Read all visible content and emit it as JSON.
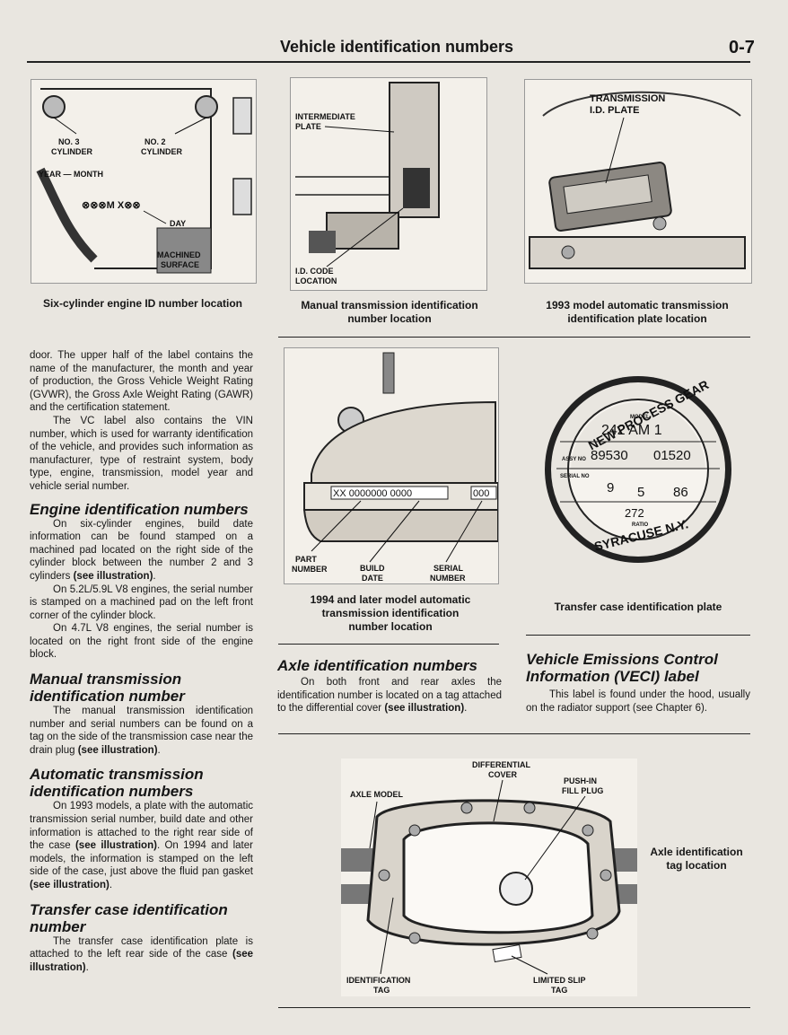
{
  "header": {
    "title": "Vehicle identification numbers",
    "page_number": "0-7"
  },
  "figures": {
    "six_cyl": {
      "caption": "Six-cylinder engine ID number location",
      "labels": {
        "no3": "NO. 3",
        "no3b": "CYLINDER",
        "no2": "NO. 2",
        "no2b": "CYLINDER",
        "year_month": "YEAR — MONTH",
        "code": "⊗⊗⊗M X⊗⊗",
        "day": "DAY",
        "machined": "MACHINED",
        "surface": "SURFACE"
      }
    },
    "manual_trans": {
      "caption_l1": "Manual transmission identification",
      "caption_l2": "number location",
      "labels": {
        "intermediate": "INTERMEDIATE",
        "plate": "PLATE",
        "id_code": "I.D. CODE",
        "location": "LOCATION"
      }
    },
    "auto_1993": {
      "caption_l1": "1993 model automatic transmission",
      "caption_l2": "identification plate location",
      "labels": {
        "transmission": "TRANSMISSION",
        "id_plate": "I.D. PLATE"
      }
    },
    "auto_1994": {
      "caption_l1": "1994 and later model automatic",
      "caption_l2": "transmission identification",
      "caption_l3": "number location",
      "labels": {
        "stamp": "XX 0000000 0000",
        "stamp2": "000",
        "part": "PART",
        "number1": "NUMBER",
        "build": "BUILD",
        "date": "DATE",
        "serial": "SERIAL",
        "number2": "NUMBER"
      }
    },
    "transfer": {
      "caption": "Transfer case identification plate",
      "labels": {
        "top": "NEW PROCESS GEAR",
        "model": "MODEL",
        "model_val": "242 AM 1",
        "assy": "ASSY NO",
        "assy_val1": "89530",
        "assy_val2": "01520",
        "serial": "SERIAL NO",
        "s1": "9",
        "s2": "5",
        "s3": "86",
        "ratio_val": "272",
        "ratio": "RATIO",
        "bottom": "SYRACUSE N.Y."
      }
    },
    "axle": {
      "caption_l1": "Axle identification",
      "caption_l2": "tag location",
      "labels": {
        "diff1": "DIFFERENTIAL",
        "diff2": "COVER",
        "axle_model": "AXLE MODEL",
        "push1": "PUSH-IN",
        "push2": "FILL PLUG",
        "id1": "IDENTIFICATION",
        "id2": "TAG",
        "ls1": "LIMITED SLIP",
        "ls2": "TAG"
      }
    }
  },
  "left_col": {
    "p1": "door. The upper half of the label contains the name of the manufacturer, the month and year of production, the Gross Vehicle Weight Rating (GVWR), the Gross Axle Weight Rating (GAWR) and the certification statement.",
    "p2": "The VC label also contains the VIN number, which is used for warranty identification of the vehicle, and provides such information as manufacturer, type of restraint system, body type, engine, transmission, model year and vehicle serial number.",
    "engine_heading": "Engine identification numbers",
    "engine_p1": "On six-cylinder engines, build date information can be found stamped on a machined pad located on the right side of the cylinder block between the number 2 and 3 cylinders",
    "engine_p1_bold": "(see illustration)",
    "engine_p1_end": ".",
    "engine_p2": "On 5.2L/5.9L V8 engines, the serial number is stamped on a machined pad on the left front corner of the cylinder block.",
    "engine_p3": "On 4.7L V8 engines, the serial number is located on the right front side of the engine block.",
    "manual_heading_l1": "Manual transmission",
    "manual_heading_l2": "identification number",
    "manual_p": "The manual transmission identification number and serial numbers can be found on a tag on the side of the transmission case near the drain plug",
    "manual_p_bold": "(see illustration)",
    "manual_p_end": ".",
    "auto_heading_l1": "Automatic transmission",
    "auto_heading_l2": "identification numbers",
    "auto_p_a": "On 1993 models, a plate with the automatic transmission serial number, build date and other information is attached to the right rear side of the case",
    "auto_p_bold1": "(see illustration)",
    "auto_p_b": ". On 1994 and later models, the information is stamped on the left side of the case, just above the fluid pan gasket",
    "auto_p_bold2": "(see illustration)",
    "auto_p_end": ".",
    "transfer_heading_l1": "Transfer case identification",
    "transfer_heading_l2": "number",
    "transfer_p": "The transfer case identification plate is attached to the left rear side of the case",
    "transfer_p_bold": "(see illustration)",
    "transfer_p_end": "."
  },
  "axle_section": {
    "heading": "Axle identification numbers",
    "p": "On both front and rear axles the identification number is located on a tag attached to the differential cover",
    "p_bold": "(see illustration)",
    "p_end": "."
  },
  "veci_section": {
    "heading_l1": "Vehicle Emissions Control",
    "heading_l2": "Information (VECI) label",
    "p": "This label is found under the hood, usually on the radiator support (see Chapter 6)."
  }
}
